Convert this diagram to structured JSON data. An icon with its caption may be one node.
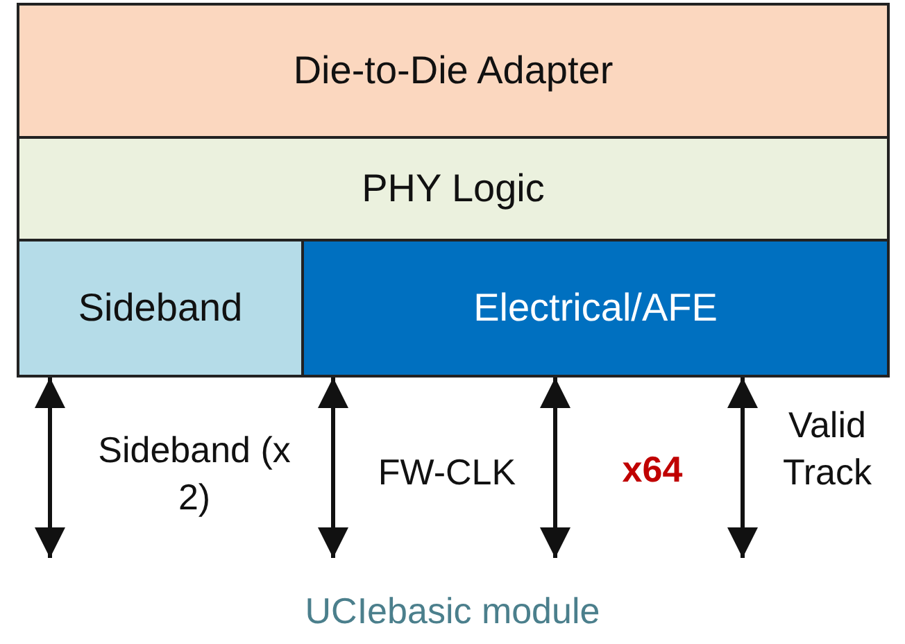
{
  "diagram": {
    "caption": "UCIebasic module",
    "nodes": [
      {
        "text": [
          "Die-to-Die Adapter"
        ]
      },
      {
        "text": [
          "PHY Logic"
        ]
      },
      {
        "text": [
          "Sideband"
        ]
      },
      {
        "text": [
          "Electrical/AFE"
        ]
      }
    ],
    "edges": [
      {
        "from": 2,
        "to": null,
        "arrow": "both",
        "label": "Sideband (x 2)"
      },
      {
        "from": 3,
        "to": null,
        "arrow": "both",
        "label": "FW-CLK"
      },
      {
        "from": 3,
        "to": null,
        "arrow": "both",
        "label": "x64"
      },
      {
        "from": 3,
        "to": null,
        "arrow": "both",
        "label": "Valid Track"
      }
    ]
  }
}
